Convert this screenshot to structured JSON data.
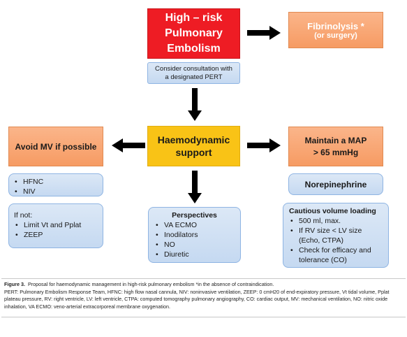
{
  "nodes": {
    "high_risk": [
      "High – risk",
      "Pulmonary",
      "Embolism"
    ],
    "fibrinolysis": [
      "Fibrinolysis *",
      "(or surgery)"
    ],
    "consult": [
      "Consider consultation with",
      "a designated PERT"
    ],
    "haemodynamic": [
      "Haemodynamic",
      "support"
    ],
    "avoid_mv": "Avoid MV if possible",
    "maintain_map": [
      "Maintain a MAP",
      "> 65 mmHg"
    ],
    "hfnc_niv": [
      "HFNC",
      "NIV"
    ],
    "if_not": {
      "title": "If not:",
      "items": [
        "Limit Vt and Pplat",
        "ZEEP"
      ]
    },
    "perspectives": {
      "title": "Perspectives",
      "items": [
        "VA ECMO",
        "Inodilators",
        "NO",
        "Diuretic"
      ]
    },
    "norepinephrine": "Norepinephrine",
    "volume": {
      "title": "Cautious volume loading",
      "items": [
        "500 ml, max.",
        "If RV size < LV size (Echo, CTPA)",
        "Check for efficacy and tolerance (CO)"
      ]
    }
  },
  "caption": {
    "label": "Figure 3.",
    "title": "Proposal for haemodynamic management in high-risk pulmonary embolism *in the absence of contraindication.",
    "legend": "PERT: Pulmonary Embolism Response Team, HFNC: high flow nasal cannula, NIV: noninvasive ventilation, ZEEP: 0 cmH20 of end-expiratory pressure, Vt tidal volume, Pplat plateau pressure, RV: right ventricle, LV: left ventricle, CTPA: computed tomography pulmonary angiography, CO: cardiac output, MV: mechanical ventilation, NO: nitric oxide inhalation, VA ECMO: veno-arterial extracorporeal membrane oxygenation."
  },
  "colors": {
    "red": "#ee1c24",
    "orange": "#f8a874",
    "yellow": "#f9c316",
    "blue": "#c5d9f1",
    "arrow": "#000000"
  }
}
